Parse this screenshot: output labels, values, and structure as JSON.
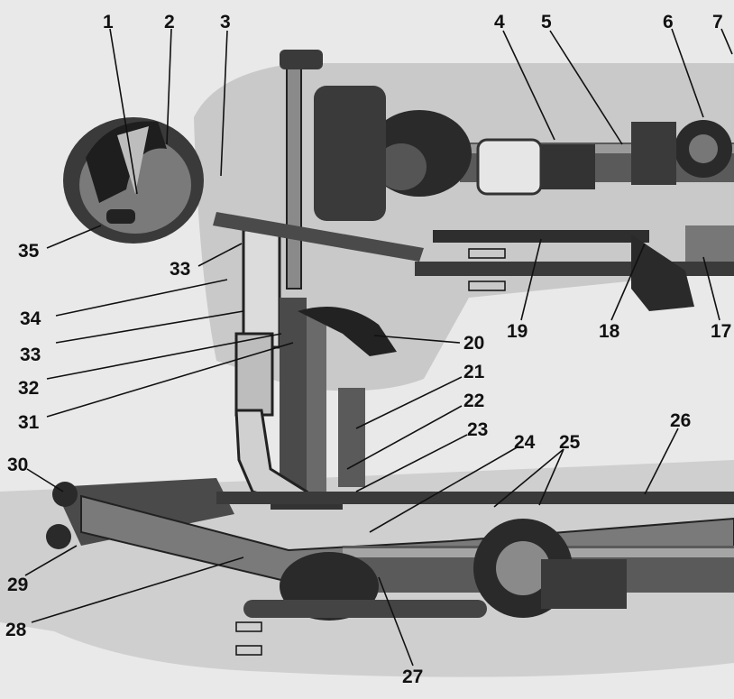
{
  "diagram": {
    "labels": [
      "1",
      "2",
      "3",
      "4",
      "5",
      "6",
      "7",
      "35",
      "33",
      "34",
      "33",
      "32",
      "31",
      "20",
      "19",
      "18",
      "17",
      "21",
      "22",
      "23",
      "24",
      "25",
      "26",
      "30",
      "29",
      "28",
      "27"
    ],
    "colors": {
      "paper": "#e9e9e9",
      "shadow": "#c9c9c9",
      "metal_dark": "#2a2a2a",
      "metal_mid": "#6a6a6a",
      "metal_light": "#b5b5b5",
      "ink": "#111111"
    }
  }
}
